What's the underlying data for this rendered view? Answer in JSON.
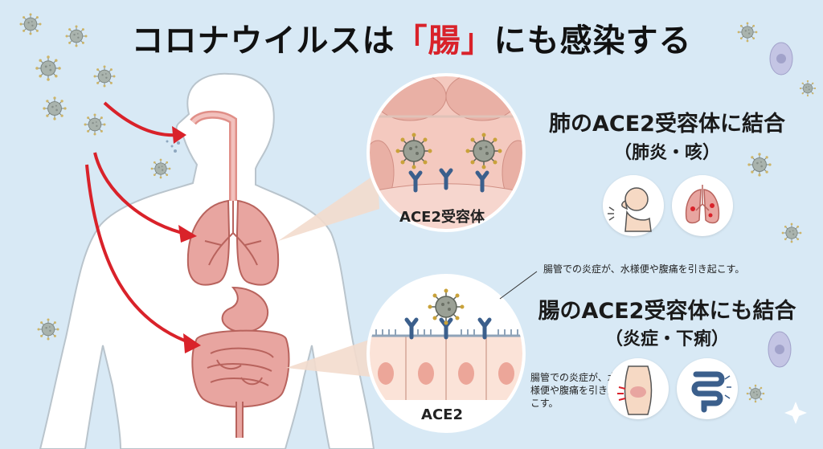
{
  "title": {
    "prefix": "コロナウイルスは",
    "accent": "「腸」",
    "suffix": "にも感染する"
  },
  "lung_panel": {
    "heading": "肺のACE2受容体に結合",
    "subheading": "（肺炎・咳）",
    "circle_label": "ACE2受容体"
  },
  "gut_panel": {
    "heading": "腸のACE2受容体にも結合",
    "subheading": "（炎症・下痢）",
    "circle_label": "ACE2",
    "note_top": "腸管での炎症が、水様便や腹痛を引き起こす。",
    "note_bottom": "腸管での炎症が、水様便や腹痛を引き起こす。"
  },
  "icons": {
    "cough": "cough-person-icon",
    "lungs": "inflamed-lungs-icon",
    "abdominal_pain": "abdominal-pain-icon",
    "intestine": "intestine-icon"
  },
  "colors": {
    "background": "#d8e9f5",
    "accent_red": "#d9222a",
    "organ_pink": "#e8a5a0",
    "virus_gray": "#8f968b",
    "receptor_blue": "#3b5f8c"
  }
}
